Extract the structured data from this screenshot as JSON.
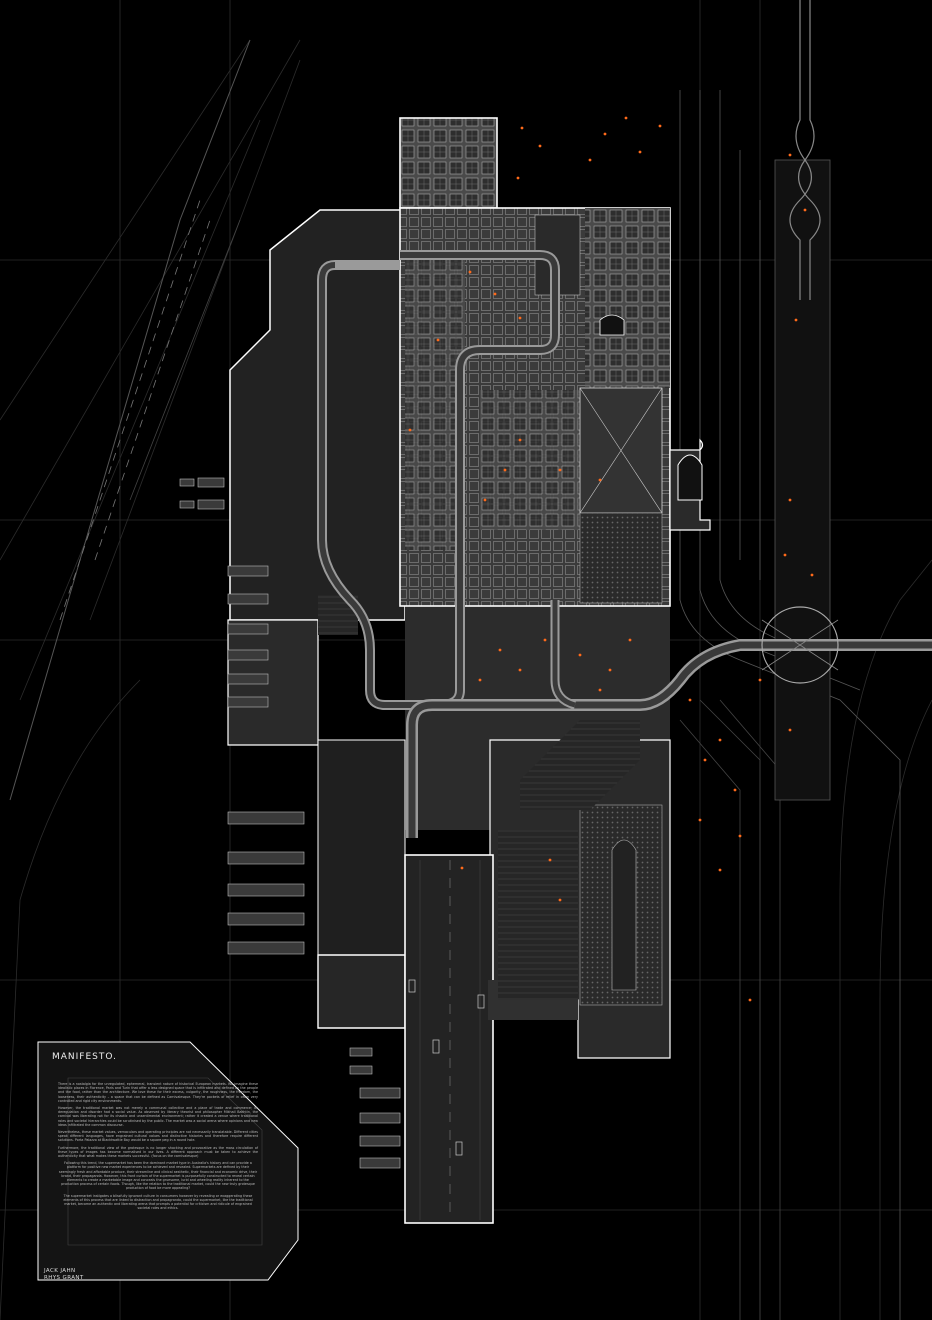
{
  "manifesto": {
    "title": "MANIFESTO.",
    "paragraphs": [
      "There is a nostalgia for the unregulated, ephemeral, transient nature of historical European markets. We imagine these idealistic places in Florence, Paris and Turin that offer a less designed space that is infiltrated and defined by the people and the food, rather than the architecture. We love these for their excess, vulgarity, the roughness, the freedom, the looseness, their authenticity – a space that can be defined as Carnivalesque. They're pockets of relief in often very controlled and rigid city environments.",
      "However, the traditional market was not merely a communal collective and a place of trade and commerce; its deregulation and disorder had a social value. As observed by literary theorist and philosopher Mikhail Bakhtin, the carnival was liberating not for its chaotic and unsentimental environment; rather it created a venue where traditional roles and societal hierarchies could be scrutinised by the public. The market was a social arena where opinions and new ideas infiltrated the common discourse.",
      "Nevertheless, these market values, vernaculars and operating principles are not necessarily translatable. Different cities speak different languages, have engrained cultural values and distinctive histories and therefore require different solutions. Porta Palazzo at Blacktwattle Bay would be a square peg in a round hole.",
      "Furthermore, the traditional view of the grotesque is no longer shocking and provocative as the mass circulation of these types of images has become normalised in our lives. A different approach must be taken to achieve the authenticity that what makes these markets successful. (focus on the carnivalesque)",
      "Following this trend, the supermarket has been the dominant market type in Australia's history and can provide a platform for positive new market experiences to be achieved and revealed. Supermarkets are defined by their seemingly fresh and affordable produce, their streamline and clinical aesthetic, their financial and economic drive, their brand, their propaganda. However, this front curtain of the supermarket is purposefully constructed to reveal certain elements to create a marketable image and conceals the gruesome, lurid and wheeling reality inherent to the production process of certain foods. Though, like the relation to the traditional market, could the new truly grotesque production of food be more appealing?",
      "The supermarket instigates a blissfully ignorant culture in consumers however by revealing or exaggerating these elements of this process that are linked to distraction and propagranda, could the supermarket, like the traditional market, become an authentic and liberating arena that prompts a potential for criticism and ridicule of engrained societal roles and ethics."
    ],
    "authors": [
      "JACK JAHN",
      "RHYS GRANT"
    ]
  },
  "colors": {
    "background": "#000000",
    "linework": "#ffffff",
    "figures": "#ff6a1a"
  }
}
